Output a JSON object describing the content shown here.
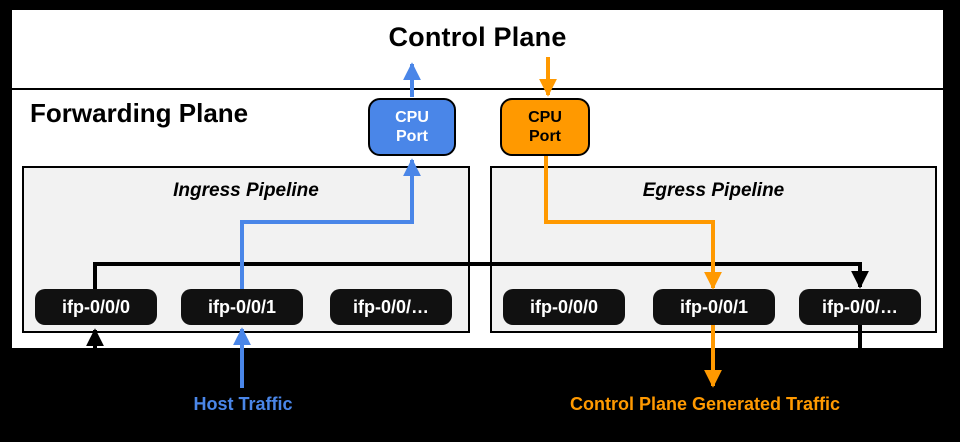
{
  "control_plane": {
    "title": "Control Plane"
  },
  "forwarding_plane": {
    "label": "Forwarding Plane"
  },
  "cpu_port_label": "CPU Port",
  "pipelines": {
    "ingress": {
      "label": "Ingress Pipeline",
      "ports": [
        "ifp-0/0/0",
        "ifp-0/0/1",
        "ifp-0/0/…"
      ]
    },
    "egress": {
      "label": "Egress Pipeline",
      "ports": [
        "ifp-0/0/0",
        "ifp-0/0/1",
        "ifp-0/0/…"
      ]
    }
  },
  "legend": {
    "host_traffic": "Host Traffic",
    "cp_generated_traffic": "Control Plane Generated Traffic"
  },
  "colors": {
    "host_traffic_blue": "#4a86e8",
    "cp_traffic_orange": "#ff9900",
    "transit_black": "#000000",
    "pipeline_fill": "#f2f2f2",
    "port_chip_fill": "#111111",
    "canvas_white": "#ffffff"
  }
}
